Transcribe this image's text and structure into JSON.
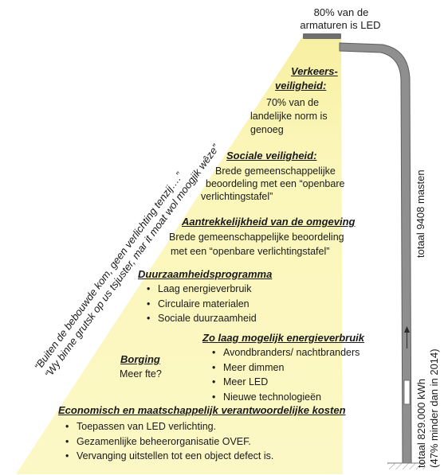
{
  "lamp_label": {
    "line1": "80% van de",
    "line2": "armaturen is LED"
  },
  "pole": {
    "total_masts": "totaal 9408 masten",
    "energy_total": "totaal 829.000 kWh",
    "energy_note": "(47% minder dan in 2014)"
  },
  "quote": {
    "line1": "“Buiten de bebouwde kom, geen verlichting tenzij….”",
    "line2": "“Wy binne grutsk op us tsjuster, mar it moat wol moogjik wêze”"
  },
  "sections": {
    "verkeersveiligheid": {
      "heading_line1": "Verkeers-",
      "heading_line2": "veiligheid:",
      "text": [
        "70% van de",
        "landelijke norm is",
        "genoeg"
      ]
    },
    "sociale_veiligheid": {
      "heading": "Sociale veiligheid:",
      "text": [
        "Brede gemeenschappelijke",
        "beoordeling met een “openbare",
        "verlichtingstafel”"
      ]
    },
    "aantrekkelijkheid": {
      "heading": "Aantrekkelijkheid van de omgeving",
      "text": [
        "Brede gemeenschappelijke beoordeling",
        "met een “openbare verlichtingstafel”"
      ]
    },
    "duurzaamheid": {
      "heading": "Duurzaamheidsprogramma",
      "items": [
        "Laag energieverbruik",
        "Circulaire materialen",
        "Sociale duurzaamheid"
      ]
    },
    "borging": {
      "heading": "Borging",
      "text": "Meer fte?"
    },
    "energieverbruik": {
      "heading": "Zo laag mogelijk energieverbruik",
      "items": [
        "Avondbranders/ nachtbranders",
        "Meer dimmen",
        "Meer LED",
        "Nieuwe technologieën"
      ]
    },
    "kosten": {
      "heading": "Economisch en maatschappelijk verantwoordelijke kosten",
      "items": [
        "Toepassen van LED verlichting.",
        "Gezamenlijke beheerorganisatie OVEF.",
        "Vervanging uitstellen tot een object defect is."
      ]
    }
  },
  "colors": {
    "light_cone": "#fbf6b8",
    "pole": "#8f8f8f",
    "pole_dark": "#5e5e5e",
    "text": "#1a1a1a"
  }
}
